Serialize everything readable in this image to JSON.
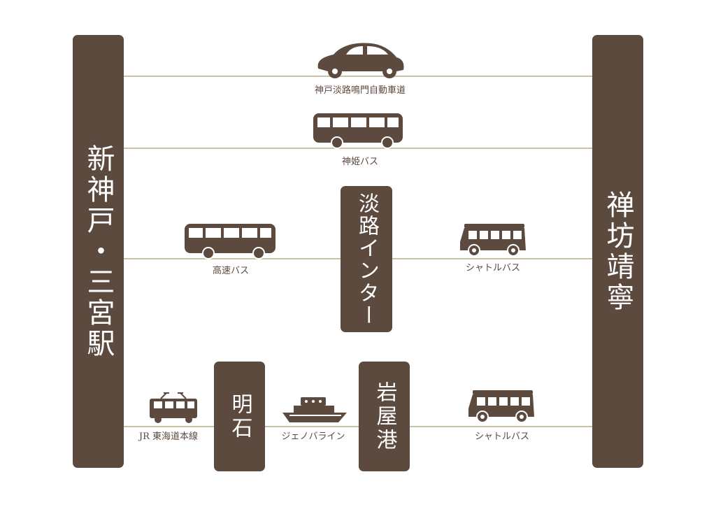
{
  "stations": {
    "shinkobe": "新神戸・三宮駅",
    "zenbo": "禅坊靖寧",
    "awaji_ic": "淡路インター",
    "akashi": "明石",
    "iwaya": "岩屋港"
  },
  "routes": {
    "expressway": "神戸淡路鳴門自動車道",
    "shinki_bus": "神姫バス",
    "highway_bus": "高速バス",
    "shuttle_bus_1": "シャトルバス",
    "jr_line": "JR 東海道本線",
    "jenova_line": "ジェノバライン",
    "shuttle_bus_2": "シャトルバス"
  },
  "icons": [
    "car-icon",
    "bus-icon",
    "bus-icon",
    "shuttle-bus-icon",
    "train-icon",
    "ferry-icon",
    "shuttle-bus-icon"
  ],
  "colors": {
    "primary": "#5c4a3f",
    "line": "#c9c3a6",
    "background": "#ffffff"
  }
}
